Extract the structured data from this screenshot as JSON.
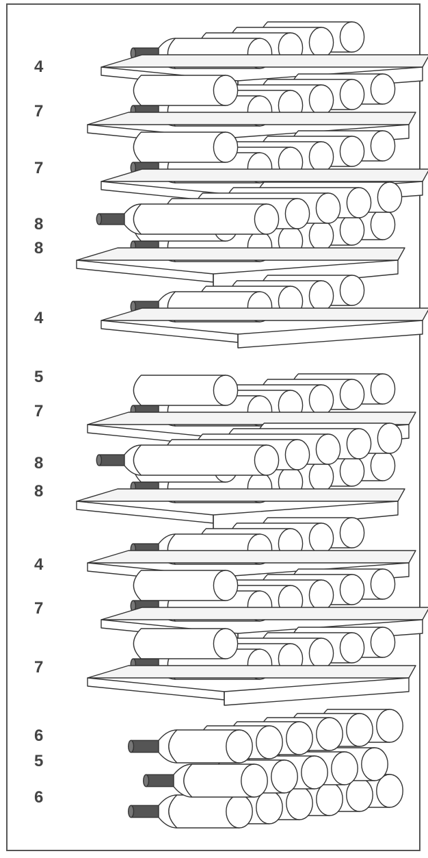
{
  "figure": {
    "colors": {
      "outline": "#333333",
      "fill": "#ffffff",
      "neck": "#555555",
      "frame": "#555555",
      "label": "#444444"
    },
    "bottle_counts": [
      "4",
      "7",
      "7",
      "8",
      "8",
      "4",
      "5",
      "7",
      "8",
      "8",
      "4",
      "7",
      "7",
      "6",
      "5",
      "6"
    ]
  }
}
